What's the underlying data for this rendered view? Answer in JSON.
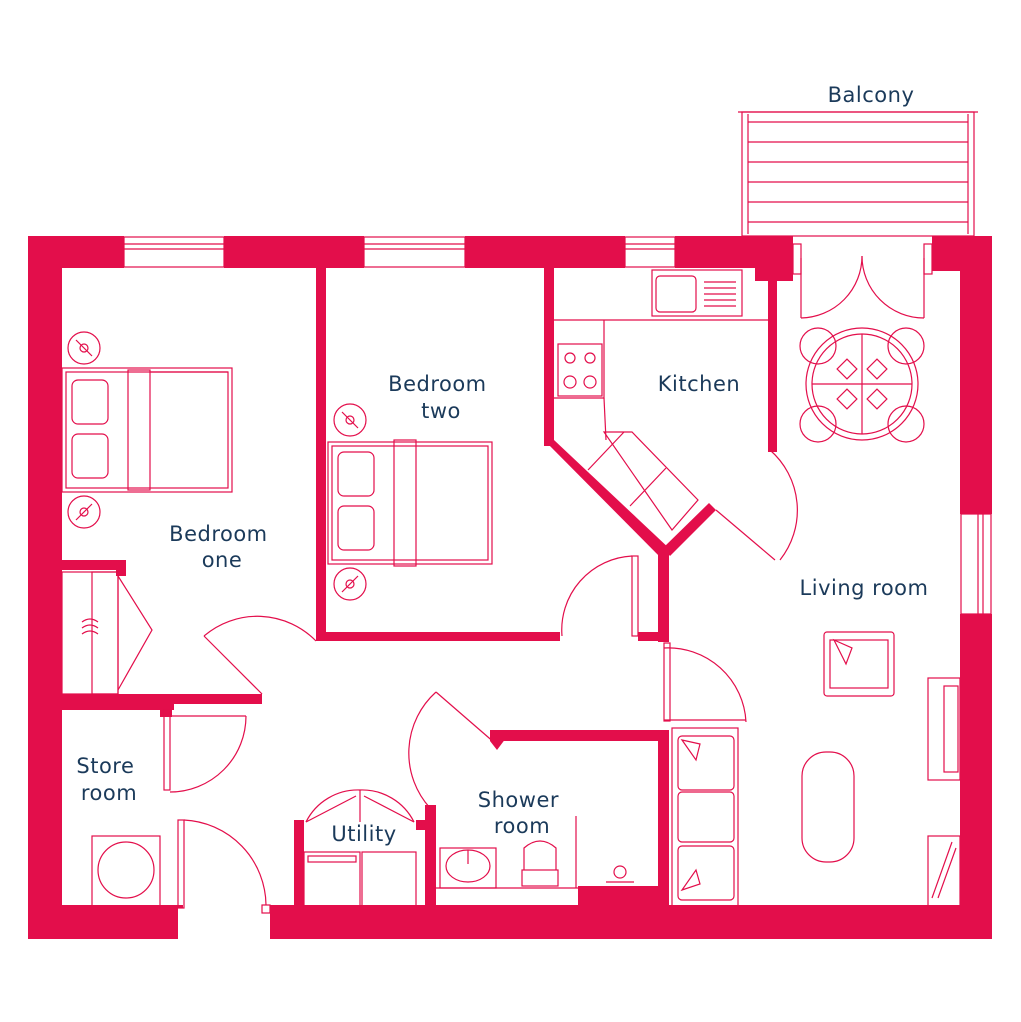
{
  "plan": {
    "accent_color": "#e30e4b",
    "label_color": "#1b3a5a",
    "rooms": {
      "balcony": {
        "lines": [
          "Balcony"
        ]
      },
      "bedroom_one": {
        "lines": [
          "Bedroom",
          "one"
        ]
      },
      "bedroom_two": {
        "lines": [
          "Bedroom",
          "two"
        ]
      },
      "kitchen": {
        "lines": [
          "Kitchen"
        ]
      },
      "living_room": {
        "lines": [
          "Living room"
        ]
      },
      "store_room": {
        "lines": [
          "Store",
          "room"
        ]
      },
      "utility": {
        "lines": [
          "Utility"
        ]
      },
      "shower_room": {
        "lines": [
          "Shower",
          "room"
        ]
      }
    }
  }
}
